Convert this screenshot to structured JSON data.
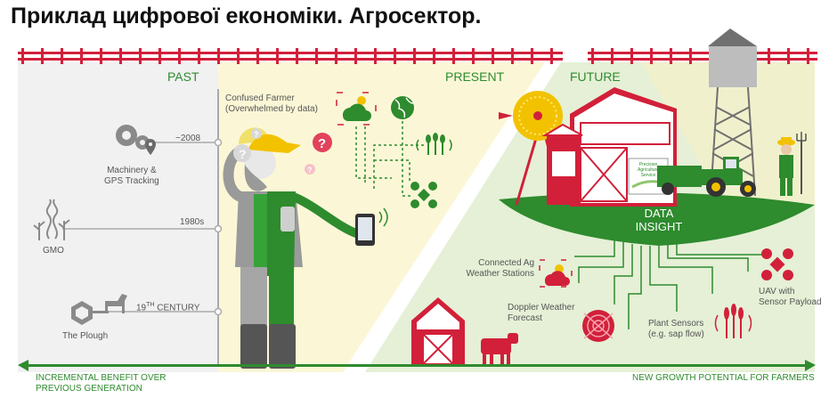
{
  "title": "Приклад цифрової економіки. Агросектор.",
  "eras": {
    "past": "PAST",
    "present": "PRESENT",
    "future": "FUTURE"
  },
  "timeline": {
    "machinery": {
      "year": "~2008",
      "label": "Machinery &\nGPS Tracking"
    },
    "gmo": {
      "year": "1980s",
      "label": "GMO"
    },
    "plough": {
      "year_prefix": "19",
      "year_sup": "TH",
      "year_suffix": " CENTURY",
      "label": "The Plough"
    }
  },
  "present": {
    "farmer_label": "Confused Farmer\n(Overwhelmed by data)"
  },
  "future": {
    "data_insight": "DATA\nINSIGHT",
    "barn_sign": "Precision\nAgriculture\nService",
    "labels": {
      "weather_stations": "Connected Ag\nWeather Stations",
      "doppler": "Doppler Weather\nForecast",
      "plant_sensors": "Plant Sensors\n(e.g. sap flow)",
      "uav": "UAV with\nSensor Payload"
    }
  },
  "footer": {
    "left": "INCREMENTAL BENEFIT OVER\nPREVIOUS GENERATION",
    "right": "NEW GROWTH POTENTIAL FOR FARMERS"
  },
  "colors": {
    "green": "#2e8b2e",
    "red": "#d2203a",
    "gray": "#888888",
    "pale_yellow": "#fbf7d6",
    "pale_green": "#e5f0d6"
  }
}
